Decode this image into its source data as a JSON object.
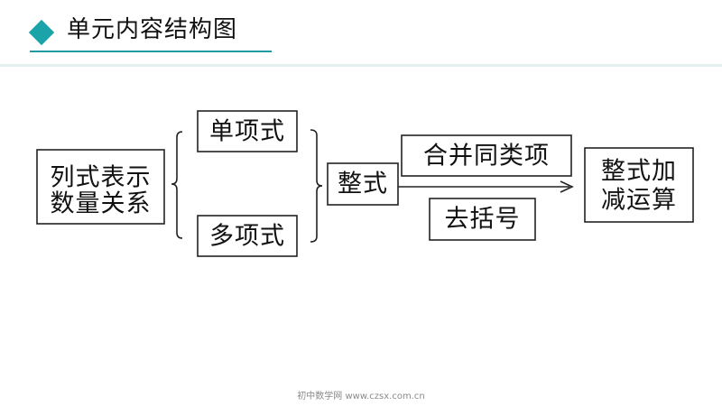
{
  "header": {
    "title": "单元内容结构图",
    "accent_color": "#1aa3a8",
    "icon": "diamond-icon"
  },
  "diagram": {
    "source": {
      "line1": "列式表示",
      "line2": "数量关系"
    },
    "monomial": "单项式",
    "polynomial": "多项式",
    "integral_expression": "整式",
    "combine_like_terms": "合并同类项",
    "remove_brackets": "去括号",
    "result": {
      "line1": "整式加",
      "line2": "减运算"
    }
  },
  "footer": {
    "watermark": "初中数学网 www.czsx.com.cn"
  }
}
